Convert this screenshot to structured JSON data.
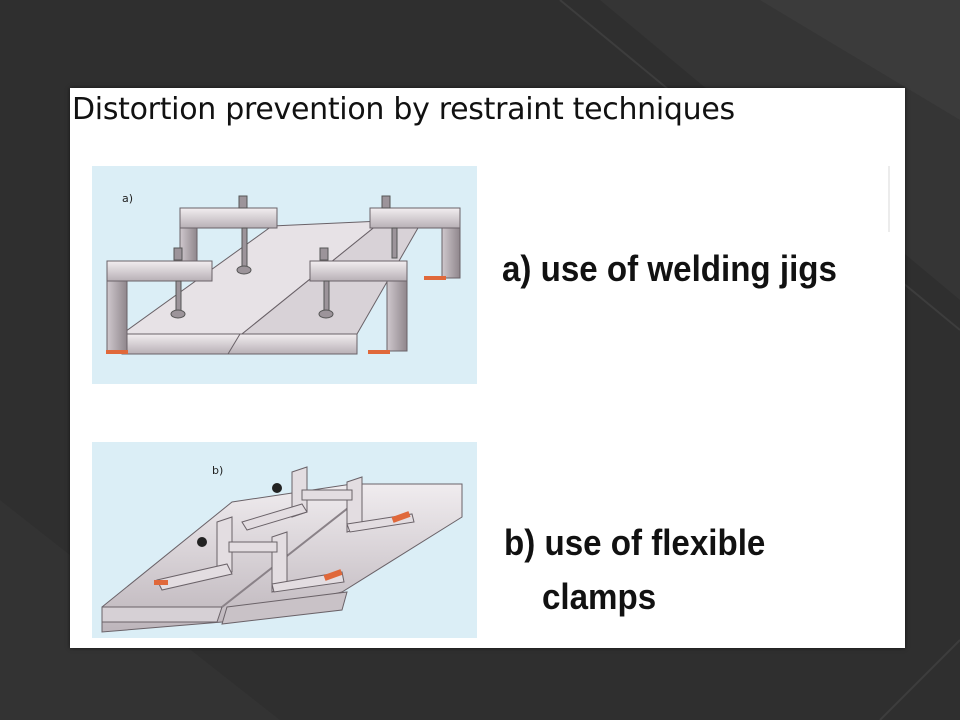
{
  "slide": {
    "title": "Distortion prevention by restraint techniques"
  },
  "figures": [
    {
      "label": "a)",
      "caption": "a) use of welding jigs",
      "icon": "welding-jig-illustration"
    },
    {
      "label": "b)",
      "caption_line1": "b) use of flexible",
      "caption_line2": "clamps",
      "icon": "flexible-clamp-illustration"
    }
  ],
  "colors": {
    "background": "#2f2f2f",
    "figure_background": "#dbeef6",
    "weld_marks": "#e0683a"
  }
}
